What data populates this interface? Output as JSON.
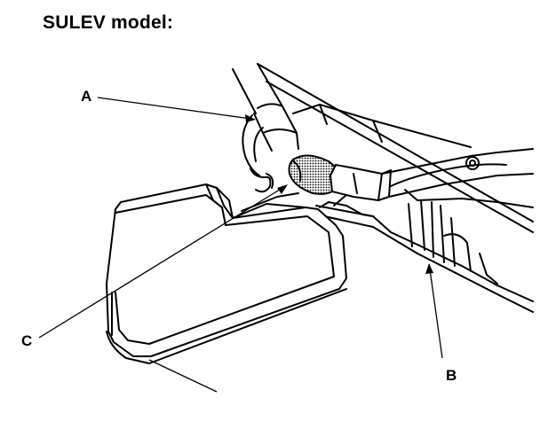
{
  "title": "SULEV model:",
  "callouts": {
    "a": "A",
    "b": "B",
    "c": "C"
  },
  "colors": {
    "ink": "#000000",
    "paper": "#ffffff"
  }
}
